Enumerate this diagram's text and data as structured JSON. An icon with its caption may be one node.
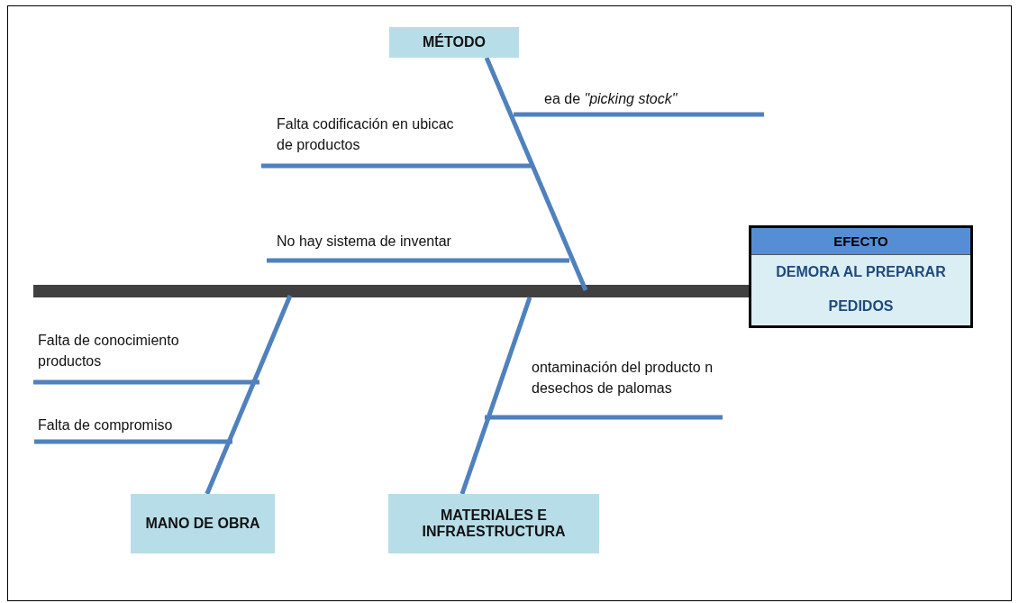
{
  "diagram": {
    "nodes": [
      {
        "text": [
          "MÉTODO"
        ]
      },
      {
        "text": [
          "MANO DE OBRA"
        ]
      },
      {
        "text": [
          "MATERIALES E INFRAESTRUCTURA"
        ]
      },
      {
        "text": [
          "EFECTO",
          "DEMORA AL PREPARAR PEDIDOS"
        ]
      },
      {
        "text": [
          "ea de *\"picking stock\"*"
        ]
      },
      {
        "text": [
          "Falta codificación en ubicac de productos"
        ]
      },
      {
        "text": [
          "No hay sistema de inventar"
        ]
      },
      {
        "text": [
          "Falta de conocimiento productos"
        ]
      },
      {
        "text": [
          "Falta de compromiso"
        ]
      },
      {
        "text": [
          "ontaminación del  producto n desechos de palomas"
        ]
      }
    ],
    "edges": [
      {
        "from": null,
        "to": 3,
        "arrow": "none",
        "style": "thick",
        "color": "#404040"
      },
      {
        "from": 0,
        "to": null,
        "arrow": "none"
      },
      {
        "from": 1,
        "to": null,
        "arrow": "none"
      },
      {
        "from": 2,
        "to": null,
        "arrow": "none"
      },
      {
        "from": 4,
        "to": null,
        "arrow": "none"
      },
      {
        "from": 5,
        "to": null,
        "arrow": "none"
      },
      {
        "from": 6,
        "to": null,
        "arrow": "none"
      },
      {
        "from": 7,
        "to": null,
        "arrow": "none"
      },
      {
        "from": 8,
        "to": null,
        "arrow": "none"
      },
      {
        "from": 9,
        "to": null,
        "arrow": "none"
      }
    ]
  }
}
